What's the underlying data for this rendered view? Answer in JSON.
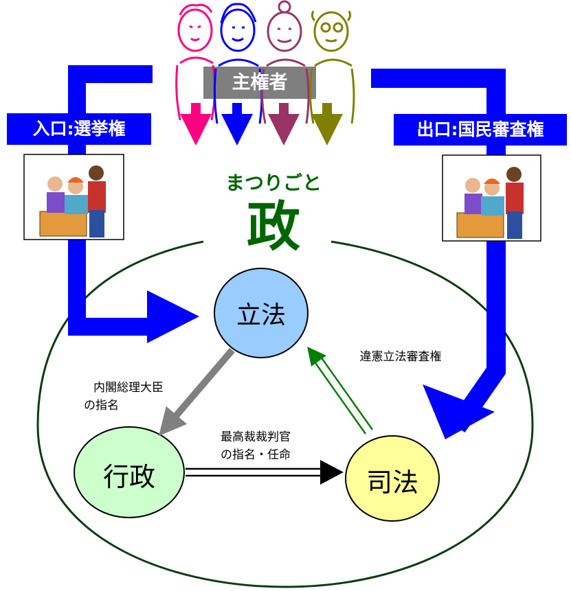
{
  "sovereign": {
    "label": "主権者"
  },
  "entrance": {
    "label": "入口:選挙権"
  },
  "exit": {
    "label": "出口:国民審査権"
  },
  "government": {
    "reading": "まつりごと",
    "kanji": "政"
  },
  "branches": {
    "legislative": "立法",
    "executive": "行政",
    "judicial": "司法"
  },
  "relations": {
    "pm_nomination": [
      "内閣総理大臣",
      "の指名"
    ],
    "justice_appointment": [
      "最高裁裁判官",
      "の指名・任命"
    ],
    "judicial_review": "違憲立法審査権"
  },
  "colors": {
    "blue": "#0000ff",
    "pink": "#ff0080",
    "purple": "#993366",
    "olive": "#808000",
    "green_text": "#006600",
    "legislative_fill": "#99ccff",
    "executive_fill": "#ccffcc",
    "judicial_fill": "#ffff99",
    "gray_arrow": "#808080",
    "green_arrow": "#008000"
  },
  "icons": [
    "person-pink-icon",
    "person-blue-icon",
    "person-purple-icon",
    "person-olive-icon",
    "voting-clipart-icon"
  ]
}
